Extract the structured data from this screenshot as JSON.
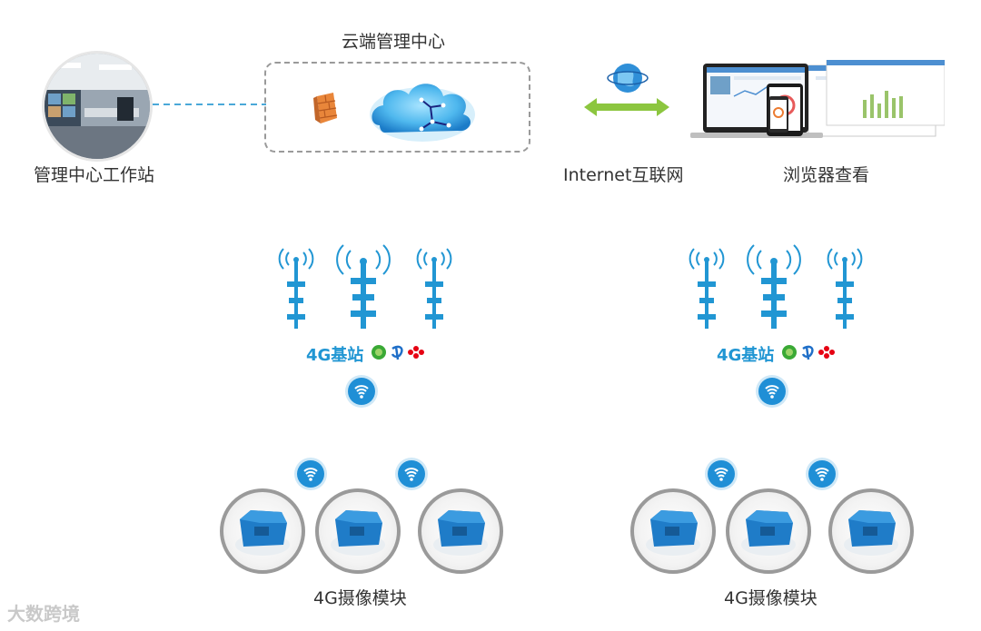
{
  "top": {
    "workstation_label": "管理中心工作站",
    "cloud_title": "云端管理中心",
    "internet_label": "Internet互联网",
    "browser_label": "浏览器查看"
  },
  "groups": [
    {
      "base_station_label": "4G基站",
      "camera_label": "4G摄像模块"
    },
    {
      "base_station_label": "4G基站",
      "camera_label": "4G摄像模块"
    }
  ],
  "watermark": "大数跨境",
  "colors": {
    "accent_blue": "#2196d3",
    "arrow_green": "#8cc63f",
    "dashed_line": "#4aa8d8",
    "mobile_green": "#3aa935",
    "unicom_red": "#e60012"
  },
  "icons": [
    "firewall-icon",
    "cloud-icon",
    "globe-icon",
    "double-arrow-icon",
    "devices-icon",
    "tower-icon",
    "operator-logos",
    "wifi-icon",
    "camera-module-icon"
  ]
}
